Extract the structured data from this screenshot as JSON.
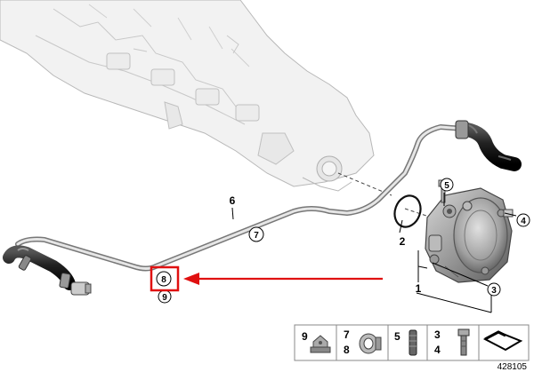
{
  "callouts": {
    "c1": "1",
    "c2": "2",
    "c3": "3",
    "c4": "4",
    "c5": "5",
    "c6": "6",
    "c7": "7",
    "c8": "8",
    "c9": "9"
  },
  "legend": {
    "p9": "9",
    "p7": "7",
    "p8": "8",
    "p5": "5",
    "p3": "3",
    "p4": "4"
  },
  "diagram_number": "428105",
  "highlight_color": "#e01010"
}
